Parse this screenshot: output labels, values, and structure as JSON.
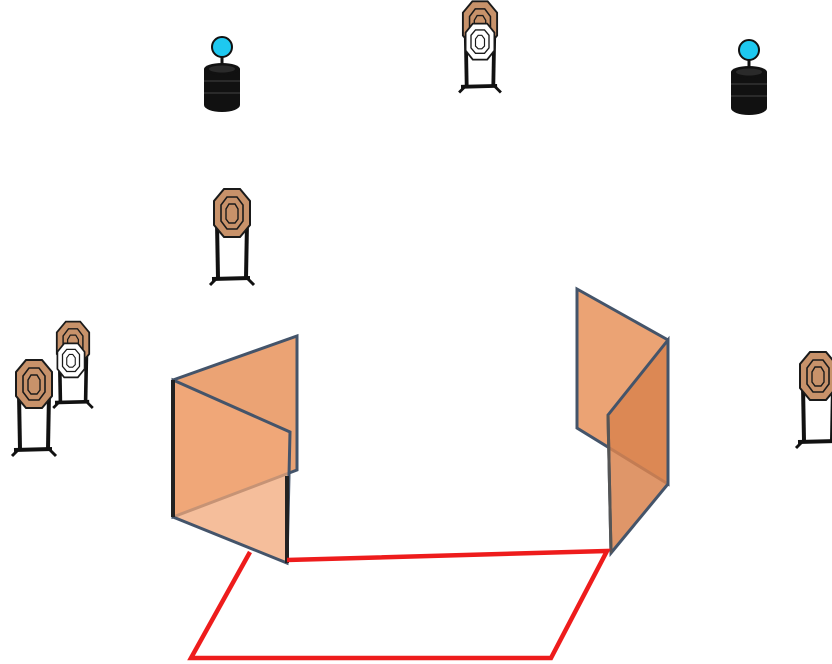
{
  "diagram": {
    "kind": "shooting-stage-layout",
    "colors": {
      "background": "#ffffff",
      "shooting_box": "#ee1c1c",
      "wall_fill": "#e8935c",
      "wall_edge": "#44546a",
      "target_tan": "#c8926a",
      "target_outline": "#1a1a1a",
      "popper_head": "#1ec8f0",
      "popper_body": "#111111"
    },
    "elements": [
      {
        "type": "steel-popper",
        "icon": "steel-popper-icon"
      },
      {
        "type": "paper-target",
        "icon": "paper-target-icon",
        "variant": "with-no-shoot"
      },
      {
        "type": "steel-popper",
        "icon": "steel-popper-icon"
      },
      {
        "type": "paper-target",
        "icon": "paper-target-icon"
      },
      {
        "type": "paper-target",
        "icon": "paper-target-icon",
        "variant": "with-no-shoot"
      },
      {
        "type": "paper-target",
        "icon": "paper-target-icon"
      },
      {
        "type": "paper-target",
        "icon": "paper-target-icon"
      },
      {
        "type": "barricade-wall",
        "icon": "wall-icon"
      },
      {
        "type": "barricade-wall",
        "icon": "wall-icon"
      },
      {
        "type": "shooting-box",
        "icon": "shooting-area-outline"
      }
    ]
  }
}
